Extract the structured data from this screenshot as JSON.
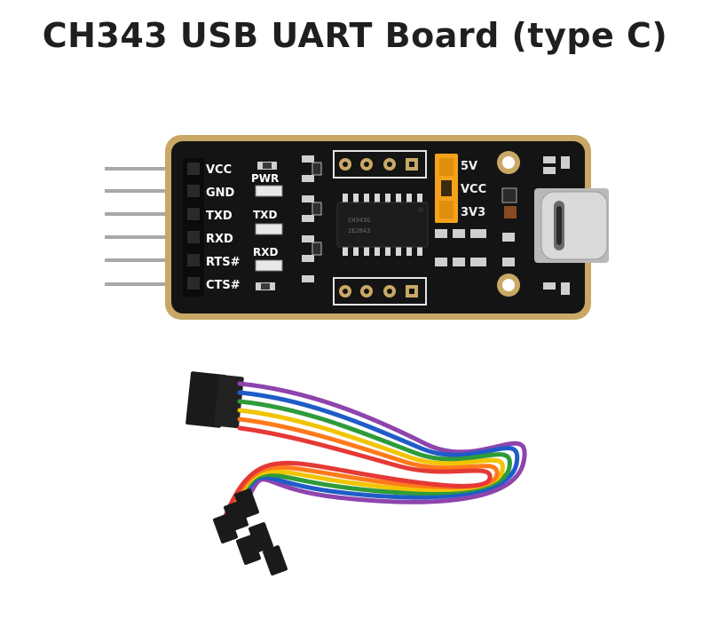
{
  "title": "CH343 USB UART Board (type C)",
  "board": {
    "pin_labels": [
      "VCC",
      "GND",
      "TXD",
      "RXD",
      "RTS#",
      "CTS#"
    ],
    "led_labels": [
      "PWR",
      "TXD",
      "RXD"
    ],
    "jumper_labels": [
      "5V",
      "VCC",
      "3V3"
    ],
    "chip_marking_line1": "CH343G",
    "chip_marking_line2": "2E28A3"
  },
  "colors": {
    "pcb": "#141414",
    "pcb_edge": "#c9a866",
    "jumper": "#f5a21b",
    "wires": [
      "#e53935",
      "#ff7a1a",
      "#f2c400",
      "#2e9b3a",
      "#1e5cc8",
      "#8e44ad"
    ]
  }
}
